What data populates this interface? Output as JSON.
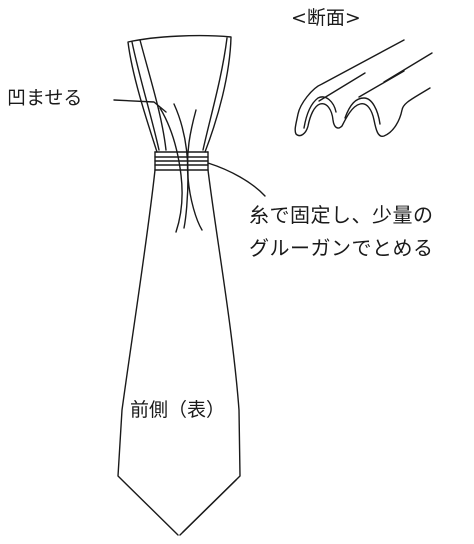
{
  "labels": {
    "section": "<断面>",
    "hollow": "凹ませる",
    "fix_line1": "糸で固定し、少量の",
    "fix_line2": "グルーガンでとめる",
    "front": "前側（表）"
  },
  "colors": {
    "stroke": "#1a1a1a",
    "background": "#ffffff"
  }
}
